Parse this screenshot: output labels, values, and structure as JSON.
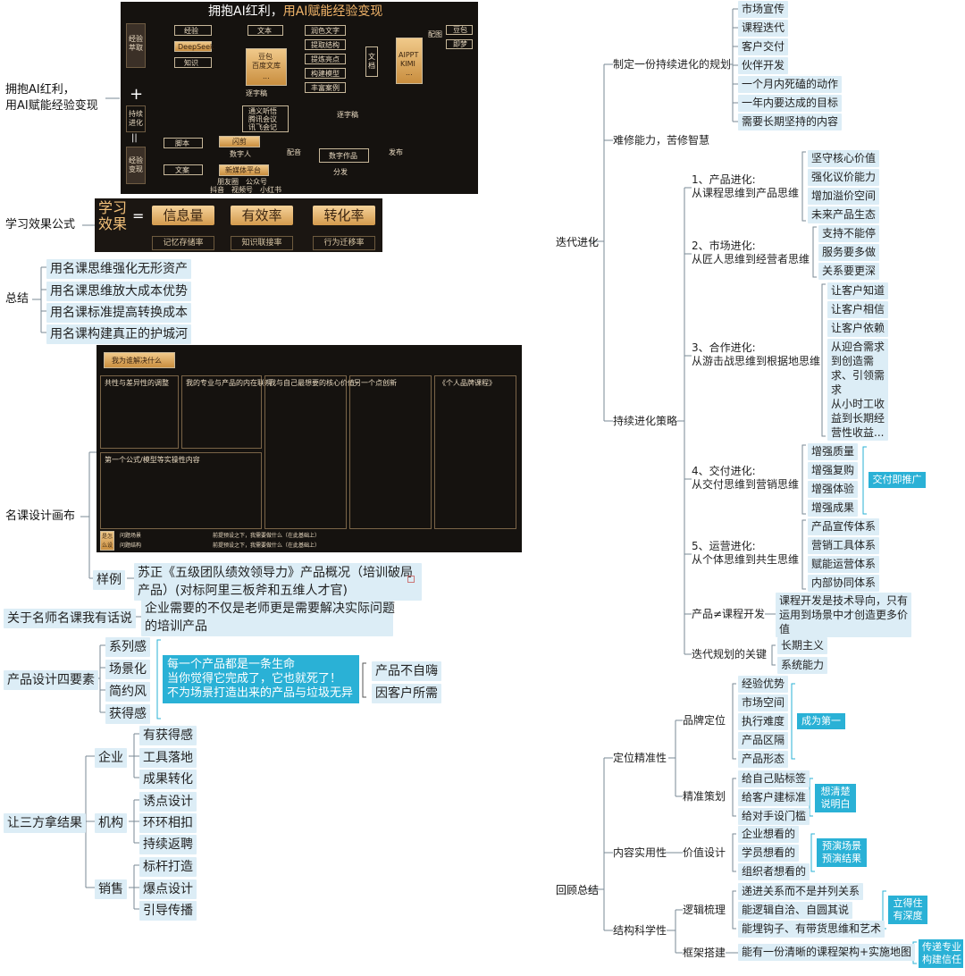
{
  "left": {
    "ai_root": "拥抱AI红利，\n用AI赋能经验变现",
    "ai_img": {
      "title_a": "拥抱AI红利，",
      "title_b": "用AI赋能经验变现",
      "c1": "经验\n萃取",
      "c2": "持续\n进化",
      "c3": "经验\n变现",
      "plus": "+",
      "equals": "||",
      "i_jingyan": "经验",
      "i_deepseek": "DeepSeek",
      "i_zhishi": "知识",
      "i_wenben": "文本",
      "i_kimi_a": "豆包",
      "i_kimi_b": "百度文库",
      "i_kimi_c": "...",
      "i_r1": "润色文字",
      "i_r2": "提取结构",
      "i_r3": "提炼亮点",
      "i_r4": "构建模型",
      "i_r5": "丰富案例",
      "i_doc": "文档",
      "i_ppt_a": "AIPPT",
      "i_ppt_b": "KIMI",
      "i_ppt_c": "...",
      "i_peitu": "配图",
      "i_db": "豆包",
      "i_jm": "即梦",
      "i_ciwen": "逐字稿",
      "i_tx_a": "通义听悟",
      "i_tx_b": "腾讯会议",
      "i_tx_c": "讯飞会记",
      "i_zhuanshi": "逐字稿",
      "i_jiaoben": "脚本",
      "i_wenan": "文案",
      "i_shuzi_box": "闪剪",
      "i_shuzi_lbl": "数字人",
      "i_peiyin": "配音",
      "i_shuzi_zuopin": "数字作品",
      "i_fabu": "发布",
      "i_zhuanfa": "分发",
      "i_xinmeiti": "新媒体平台",
      "i_xm_a": "朋友圈",
      "i_xm_b": "公众号",
      "i_xm_c": "抖音",
      "i_xm_d": "视频号",
      "i_xm_e": "小红书"
    },
    "formula_root": "学习效果公式",
    "formula": {
      "lead": "学习\n效果",
      "eq": "=",
      "p1": "信息量",
      "p2": "有效率",
      "p3": "转化率",
      "s1": "记忆存储率",
      "s2": "知识联接率",
      "s3": "行为迁移率"
    },
    "summary_root": "总结",
    "summary_items": [
      "用名课思维强化无形资产",
      "用名课思维放大成本优势",
      "用名课标准提高转换成本",
      "用名课构建真正的护城河"
    ],
    "canvas_root": "名课设计画布",
    "canvas_img": {
      "tag": "我为谁解决什么",
      "h1": "共性与差异性的调整",
      "h2": "我的专业与产品的内在联系",
      "h3": "我与自己最想要的核心价值",
      "h4": "另一个点创新",
      "h5": "《个人品牌课程》",
      "m1": "第一个公式/模型等实操性内容",
      "b_tag": "是怎么设计",
      "b1": "问题场景",
      "b2": "问题结构",
      "b3": "前提预设之下，我需要做什么（在此基础上）",
      "b4": "前提预设之下，我需要做什么（在此基础上）"
    },
    "sample_label": "样例",
    "sample_text": "苏正《五级团队绩效领导力》产品概况（培训破局\n产品）(对标阿里三板斧和五维人才官)",
    "quote_root": "关于名师名课我有话说",
    "quote_text": "企业需要的不仅是老师更是需要解决实际问题\n的培训产品",
    "four_root": "产品设计四要素",
    "four_items": [
      "系列感",
      "场景化",
      "简约风",
      "获得感"
    ],
    "four_callout": "每一个产品都是一条生命\n当你觉得它完成了，它也就死了！\n不为场景打造出来的产品与垃圾无异",
    "four_right": [
      "产品不自嗨",
      "因客户所需"
    ],
    "three_root": "让三方拿结果",
    "three_groups": [
      {
        "label": "企业",
        "items": [
          "有获得感",
          "工具落地",
          "成果转化"
        ]
      },
      {
        "label": "机构",
        "items": [
          "诱点设计",
          "环环相扣",
          "持续返聘"
        ]
      },
      {
        "label": "销售",
        "items": [
          "标杆打造",
          "爆点设计",
          "引导传播"
        ]
      }
    ]
  },
  "right": {
    "iter_root": "迭代进化",
    "plan_label": "制定一份持续进化的规划",
    "plan_items": [
      "市场宣传",
      "课程迭代",
      "客户交付",
      "伙伴开发",
      "一个月内死磕的动作",
      "一年内要达成的目标",
      "需要长期坚持的内容"
    ],
    "hard_label": "难修能力，苦修智慧",
    "strategy_label": "持续进化策略",
    "s1_label": "1、产品进化:\n从课程思维到产品思维",
    "s1_items": [
      "坚守核心价值",
      "强化议价能力",
      "增加溢价空间",
      "未来产品生态"
    ],
    "s2_label": "2、市场进化:\n从匠人思维到经营者思维",
    "s2_items": [
      "支持不能停",
      "服务要多做",
      "关系要更深"
    ],
    "s3_label": "3、合作进化:\n从游击战思维到根据地思维",
    "s3_items": [
      "让客户知道",
      "让客户相信",
      "让客户依赖",
      "从迎合需求\n到创造需\n求、引领需\n求",
      "从小时工收\n益到长期经\n营性收益..."
    ],
    "s4_label": "4、交付进化:\n从交付思维到营销思维",
    "s4_items": [
      "增强质量",
      "增强复购",
      "增强体验",
      "增强成果"
    ],
    "s4_callout": "交付即推广",
    "s5_label": "5、运营进化:\n从个体思维到共生思维",
    "s5_items": [
      "产品宣传体系",
      "营销工具体系",
      "赋能运营体系",
      "内部协同体系"
    ],
    "dev_label": "产品≠课程开发",
    "dev_text": "课程开发是技术导向，只有\n运用到场景中才创造更多价\n值",
    "key_label": "迭代规划的关键",
    "key_items": [
      "长期主义",
      "系统能力"
    ],
    "review_root": "回顾总结",
    "pos_label": "定位精准性",
    "brand_label": "品牌定位",
    "brand_items": [
      "经验优势",
      "市场空间",
      "执行难度",
      "产品区隔",
      "产品形态"
    ],
    "brand_callout": "成为第一",
    "prec_label": "精准策划",
    "prec_items": [
      "给自己贴标签",
      "给客户建标准",
      "给对手设门槛"
    ],
    "prec_callout": "想清楚\n说明白",
    "content_label": "内容实用性",
    "value_label": "价值设计",
    "value_items": [
      "企业想看的",
      "学员想看的",
      "组织者想看的"
    ],
    "value_callout": "预演场景\n预演结果",
    "struct_label": "结构科学性",
    "logic_label": "逻辑梳理",
    "logic_items": [
      "递进关系而不是并列关系",
      "能逻辑自洽、自圆其说",
      "能埋钩子、有带货思维和艺术"
    ],
    "logic_callout": "立得住\n有深度",
    "frame_label": "框架搭建",
    "frame_item": "能有一份清晰的课程架构+实施地图",
    "frame_callout": "传递专业\n构建信任"
  }
}
